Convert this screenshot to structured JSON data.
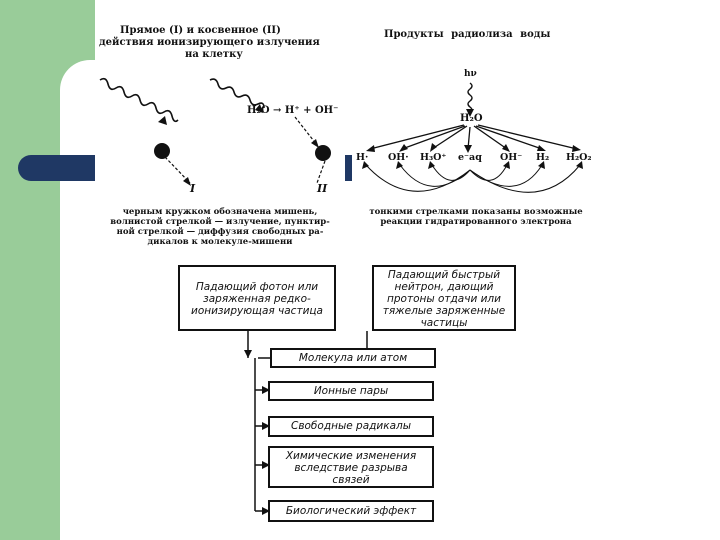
{
  "left_figure": {
    "title_lines": [
      "Прямое (I) и косвенное (II)",
      "действия ионизирующего излучения",
      "на клетку"
    ],
    "reaction": "H₂O → H⁺ + OH⁻",
    "label_direct": "I",
    "label_indirect": "II",
    "caption_lines": [
      "черным кружком обозначена мишень,",
      "волнистой стрелкой — излучение, пунктир-",
      "ной стрелкой — диффузия свободных ра-",
      "дикалов к молекуле-мишени"
    ]
  },
  "right_figure": {
    "title": "Продукты радиолиза воды",
    "photon": "hν",
    "water": "H₂O",
    "products": [
      "H·",
      "OH·",
      "H₃O⁺",
      "e⁻aq",
      "OH⁻",
      "H₂",
      "H₂O₂"
    ],
    "caption_lines": [
      "тонкими стрелками показаны возможные",
      "реакции гидратированного электрона"
    ]
  },
  "flowchart": {
    "source_left": [
      "Падающий фотон или",
      "заряженная редко-",
      "ионизирующая частица"
    ],
    "source_right": [
      "Падающий быстрый",
      "нейтрон, дающий",
      "протоны отдачи или",
      "тяжелые заряженные",
      "частицы"
    ],
    "steps": [
      [
        "Молекула или атом"
      ],
      [
        "Ионные пары"
      ],
      [
        "Свободные радикалы"
      ],
      [
        "Химические изменения",
        "вследствие разрыва",
        "связей"
      ],
      [
        "Биологический эффект"
      ]
    ]
  }
}
